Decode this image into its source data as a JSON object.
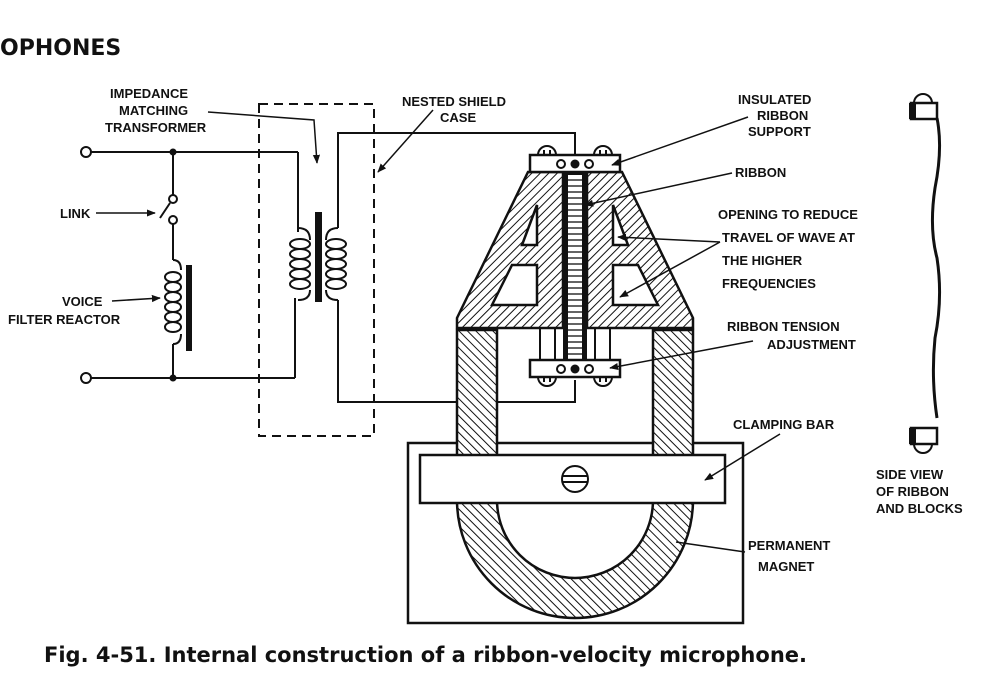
{
  "header": {
    "section_title": "OPHONES"
  },
  "labels": {
    "impedance_transformer": [
      "IMPEDANCE",
      "MATCHING",
      "TRANSFORMER"
    ],
    "nested_shield": [
      "NESTED SHIELD",
      "CASE"
    ],
    "insulated_support": [
      "INSULATED",
      "RIBBON",
      "SUPPORT"
    ],
    "ribbon": [
      "RIBBON"
    ],
    "opening": [
      "OPENING TO REDUCE",
      "TRAVEL OF WAVE AT",
      "THE  HIGHER",
      "FREQUENCIES"
    ],
    "tension": [
      "RIBBON  TENSION",
      "ADJUSTMENT"
    ],
    "clamping_bar": [
      "CLAMPING  BAR"
    ],
    "magnet": [
      "PERMANENT",
      "MAGNET"
    ],
    "side_view": [
      "SIDE  VIEW",
      "OF  RIBBON",
      "AND  BLOCKS"
    ],
    "link": [
      "LINK"
    ],
    "voice_filter": [
      "VOICE",
      "FILTER  REACTOR"
    ]
  },
  "caption": "Fig. 4-51. Internal construction of a ribbon-velocity microphone."
}
